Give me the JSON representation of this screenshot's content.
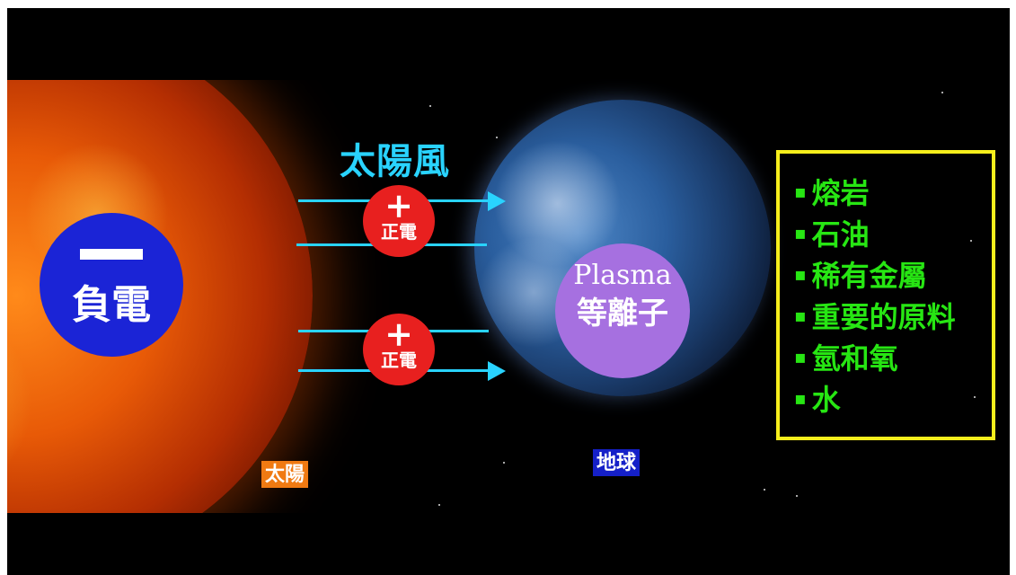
{
  "solar_wind_label": "太陽風",
  "charge_badges": [
    {
      "symbol": "+",
      "label": "正電"
    },
    {
      "symbol": "+",
      "label": "正電"
    }
  ],
  "sun": {
    "charge_label": "負電",
    "name_tag": "太陽"
  },
  "earth": {
    "plasma_en": "Plasma",
    "plasma_zh": "等離子",
    "name_tag": "地球"
  },
  "resource_list": {
    "bullet": "▪",
    "items": [
      "熔岩",
      "石油",
      "稀有金屬",
      "重要的原料",
      "氫和氧",
      "水"
    ]
  },
  "colors": {
    "arrow": "#29d3ff",
    "positive_charge": "#e8201f",
    "negative_charge": "#1b24d6",
    "plasma": "#a670e0",
    "list_border": "#f6ee1c",
    "list_text": "#27e613",
    "sun_tag": "#f07a12",
    "earth_tag": "#1520c8"
  }
}
